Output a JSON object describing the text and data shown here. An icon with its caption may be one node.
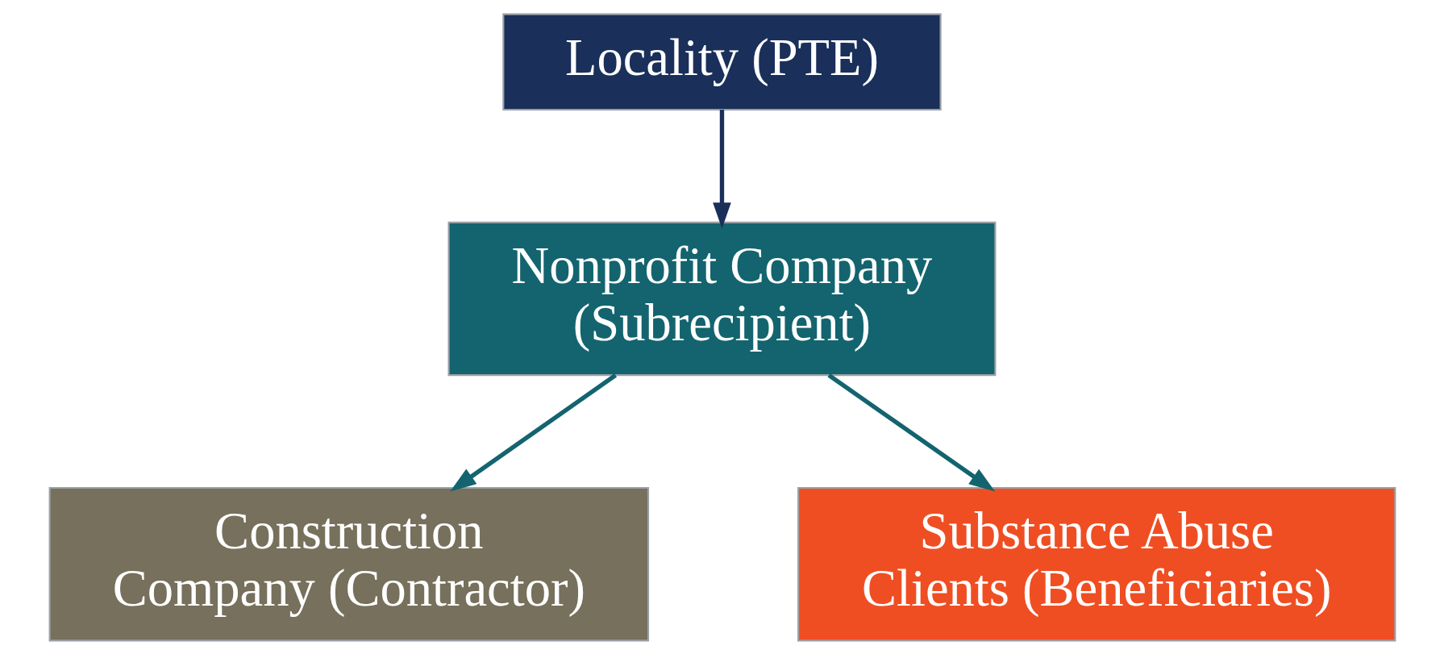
{
  "diagram": {
    "nodes": [
      {
        "text": [
          "Locality (PTE)"
        ]
      },
      {
        "text": [
          "Nonprofit Company (Subrecipient)"
        ]
      },
      {
        "text": [
          "Construction Company (Contractor)"
        ]
      },
      {
        "text": [
          "Substance Abuse Clients (Beneficiaries)"
        ]
      }
    ],
    "edges": [
      {
        "from": 0,
        "to": 1,
        "arrow": "to",
        "color": "#1a2f5a"
      },
      {
        "from": 1,
        "to": 2,
        "arrow": "to"
      },
      {
        "from": 1,
        "to": 3,
        "arrow": "to"
      }
    ]
  }
}
